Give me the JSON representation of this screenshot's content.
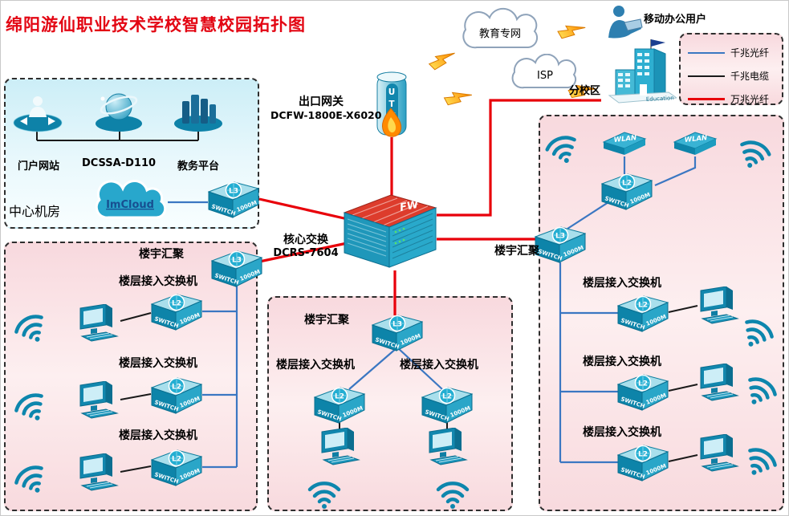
{
  "title": "绵阳游仙职业技术学校智慧校园拓扑图",
  "colors": {
    "title": "#e30613",
    "fiber_1g": "#3b77c2",
    "cable_1g": "#1a1a1a",
    "fiber_10g": "#e8000a",
    "device": "#1f9cbf"
  },
  "clouds": {
    "edu": "教育专网",
    "isp": "ISP"
  },
  "external": {
    "mobile_user": "移动办公用户",
    "branch": "分校区",
    "branch_building_text": "Education"
  },
  "legend": {
    "items": [
      {
        "label": "千兆光纤",
        "color": "#3b77c2"
      },
      {
        "label": "千兆电缆",
        "color": "#1a1a1a"
      },
      {
        "label": "万兆光纤",
        "color": "#e8000a"
      }
    ]
  },
  "gateway": {
    "name": "出口网关",
    "model": "DCFW-1800E-X6020",
    "device_text": "UTM"
  },
  "core": {
    "name": "核心交换",
    "model": "DCRS-7604",
    "device_text": "FW"
  },
  "center_room": {
    "label": "中心机房",
    "servers": [
      "门户网站",
      "DCSSA-D110",
      "教务平台"
    ],
    "cloud_label": "ImCloud"
  },
  "device_labels": {
    "switch": "SWITCH",
    "speed": "1000M",
    "l2": "L2",
    "l3": "L3",
    "wlan": "WLAN"
  },
  "buildings": {
    "aggregation_label": "楼宇汇聚",
    "access_label": "楼层接入交换机"
  }
}
